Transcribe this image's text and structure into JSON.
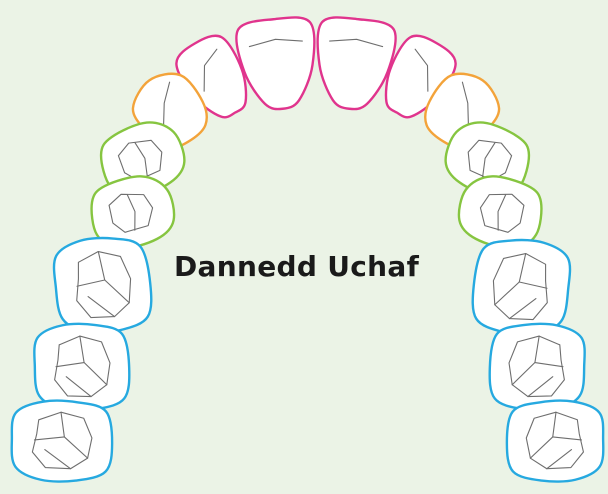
{
  "diagram": {
    "title": "Dannedd Uchaf",
    "colors": {
      "background": "#ebf3e6",
      "incisors": "#e0348d",
      "canines": "#f3a33a",
      "premolars": "#86c540",
      "molars": "#26a9e0",
      "tooth_fill": "#ffffff"
    },
    "tooth_groups": [
      "incisors",
      "canines",
      "premolars",
      "molars"
    ]
  }
}
